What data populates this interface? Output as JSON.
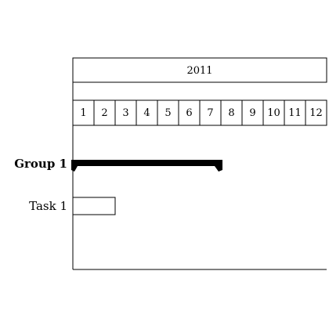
{
  "chart_data": {
    "type": "gantt",
    "title_calendar": {
      "year": "2011",
      "months": [
        "1",
        "2",
        "3",
        "4",
        "5",
        "6",
        "7",
        "8",
        "9",
        "10",
        "11",
        "12"
      ]
    },
    "rows": [
      {
        "kind": "group",
        "label": "Group 1",
        "start": 1,
        "end": 7
      },
      {
        "kind": "bar",
        "label": "Task 1",
        "start": 1,
        "end": 2
      }
    ],
    "colors": {
      "line": "#000000",
      "group_fill": "#000000",
      "bar_fill": "#ffffff",
      "background": "#ffffff"
    }
  }
}
